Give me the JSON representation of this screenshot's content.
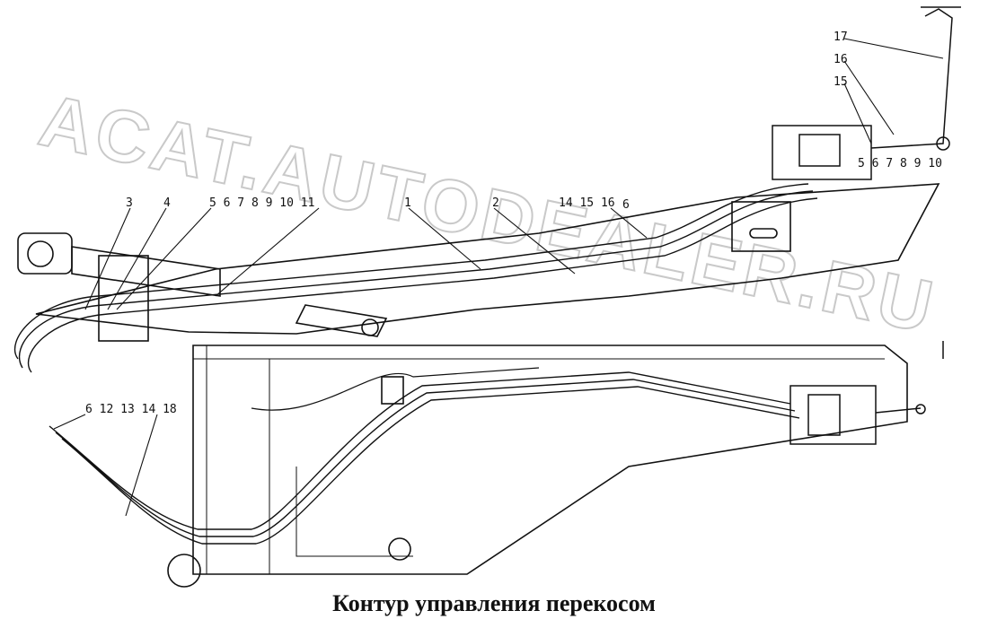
{
  "caption": "Контур управления перекосом",
  "watermark": "ACAT.AUTODEALER.RU",
  "callouts": {
    "c1": "1",
    "c2": "2",
    "c3": "3",
    "c4": "4",
    "c5_11": "5 6 7 8 9 10 11",
    "c14_16": "14 15 16",
    "c6a": "6",
    "c17": "17",
    "c16": "16",
    "c15": "15",
    "c5_10": "5 6 7 8 9 10",
    "c6_18": "6 12 13 14 18"
  },
  "colors": {
    "line": "#111111",
    "watermark": "#c9c9c9"
  }
}
